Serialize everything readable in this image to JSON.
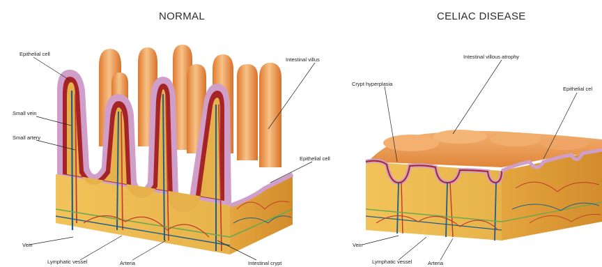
{
  "titles": {
    "normal": "NORMAL",
    "celiac": "CELIAC DISEASE"
  },
  "labels": {
    "normal": {
      "epithelial_cell_top": "Epithelial cell",
      "small_vein": "Small vein",
      "small_artery": "Small artery",
      "intestinal_villus": "Intestinal villus",
      "epithelial_cell_right": "Epithelial cell",
      "vein": "Vein",
      "lymphatic_vessel": "Lymphatic vessel",
      "arteria": "Arteria",
      "intestinal_crypt": "Intestinal crypt"
    },
    "celiac": {
      "intestinal_villous_atrophy": "Intestinal villous atrophy",
      "crypt_hyperplasia": "Crypt hyperplasia",
      "epithelial_cell": "Epithelial cel",
      "vein": "Vein",
      "lymphatic_vessel": "Lymphatic vessel",
      "arteria": "Arteria"
    }
  },
  "colors": {
    "tissue": "#e8b548",
    "tissue_side": "#d89a32",
    "villus": "#e98a3c",
    "villus_light": "#f5b977",
    "lining": "#c9a0c8",
    "inner": "#9b1e22",
    "vein": "#1f5e8a",
    "artery": "#c0392b",
    "lymph": "#6aa84f"
  }
}
